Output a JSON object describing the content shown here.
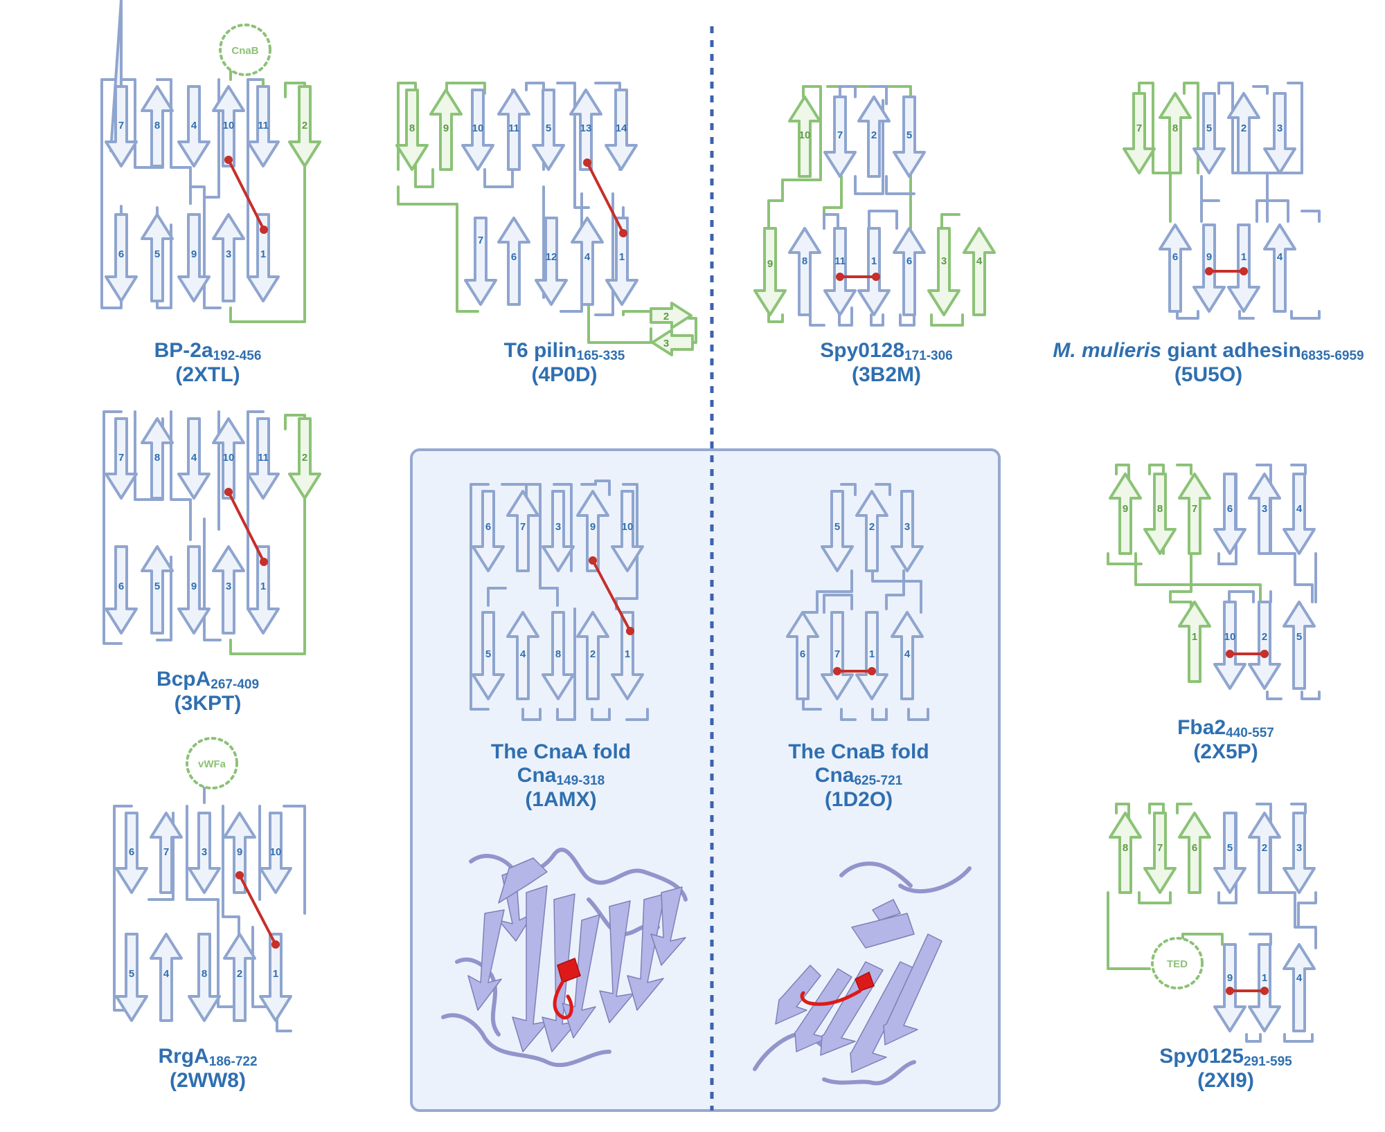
{
  "colors": {
    "blue_strand": "#8fa5cf",
    "blue_fill": "#eef3fb",
    "green_strand": "#8cc277",
    "green_fill": "#eef7e8",
    "isopeptide": "#c62f2a",
    "label_blue": "#2f6fb0",
    "label_green": "#5f9a47",
    "panel_fill": "#ecf2fb",
    "panel_border": "#97a9d2",
    "divider": "#3d62ac",
    "ribbon": "#b3b6e6",
    "ribbon_highlight": "#dd1a1a"
  },
  "proteins": [
    {
      "name": "BP-2a",
      "range": "192-456",
      "pdb": "(2XTL)",
      "strands_top": [
        "7",
        "8",
        "4",
        "10",
        "11",
        "2"
      ],
      "strands_bottom": [
        "6",
        "5",
        "9",
        "3",
        "1"
      ],
      "green_strands": [
        "2"
      ],
      "domain_bubble": "CnaB"
    },
    {
      "name": "T6 pilin",
      "range": "165-335",
      "pdb": "(4P0D)",
      "strands_top": [
        "8",
        "9",
        "10",
        "11",
        "5",
        "13",
        "14"
      ],
      "strands_bottom": [
        "7",
        "6",
        "12",
        "4",
        "1"
      ],
      "side_strands": [
        "2",
        "3"
      ],
      "green_strands": [
        "8",
        "9",
        "2",
        "3"
      ]
    },
    {
      "name": "Spy0128",
      "range": "171-306",
      "pdb": "(3B2M)",
      "strands_top": [
        "10",
        "7",
        "2",
        "5"
      ],
      "strands_bottom": [
        "9",
        "8",
        "11",
        "1",
        "6",
        "3",
        "4"
      ],
      "green_strands": [
        "10",
        "9",
        "3",
        "4"
      ]
    },
    {
      "name_italic": "M. mulieris",
      "name": "giant adhesin",
      "range": "6835-6959",
      "pdb": "(5U5O)",
      "strands_top": [
        "7",
        "8",
        "5",
        "2",
        "3"
      ],
      "strands_bottom": [
        "6",
        "9",
        "1",
        "4"
      ],
      "green_strands": [
        "7",
        "8"
      ]
    },
    {
      "name": "BcpA",
      "range": "267-409",
      "pdb": "(3KPT)",
      "strands_top": [
        "7",
        "8",
        "4",
        "10",
        "11",
        "2"
      ],
      "strands_bottom": [
        "6",
        "5",
        "9",
        "3",
        "1"
      ],
      "green_strands": [
        "2"
      ]
    },
    {
      "name": "Fba2",
      "range": "440-557",
      "pdb": "(2X5P)",
      "strands_top": [
        "9",
        "8",
        "7",
        "6",
        "3",
        "4"
      ],
      "strands_bottom": [
        "1",
        "10",
        "2",
        "5"
      ],
      "green_strands": [
        "9",
        "8",
        "7",
        "1"
      ]
    },
    {
      "name": "RrgA",
      "range": "186-722",
      "pdb": "(2WW8)",
      "strands_top": [
        "6",
        "7",
        "3",
        "9",
        "10"
      ],
      "strands_bottom": [
        "5",
        "4",
        "8",
        "2",
        "1"
      ],
      "green_strands": [],
      "domain_bubble": "vWFa"
    },
    {
      "name": "Spy0125",
      "range": "291-595",
      "pdb": "(2XI9)",
      "strands_top": [
        "8",
        "7",
        "6",
        "5",
        "2",
        "3"
      ],
      "strands_bottom": [
        "9",
        "1",
        "4"
      ],
      "green_strands": [
        "8",
        "7",
        "6"
      ],
      "domain_bubble": "TED"
    }
  ],
  "folds": [
    {
      "title": "The CnaA fold",
      "name": "Cna",
      "range": "149-318",
      "pdb": "(1AMX)",
      "strands_top": [
        "6",
        "7",
        "3",
        "9",
        "10"
      ],
      "strands_bottom": [
        "5",
        "4",
        "8",
        "2",
        "1"
      ]
    },
    {
      "title": "The CnaB fold",
      "name": "Cna",
      "range": "625-721",
      "pdb": "(1D2O)",
      "strands_top": [
        "5",
        "2",
        "3"
      ],
      "strands_bottom": [
        "6",
        "7",
        "1",
        "4"
      ]
    }
  ]
}
